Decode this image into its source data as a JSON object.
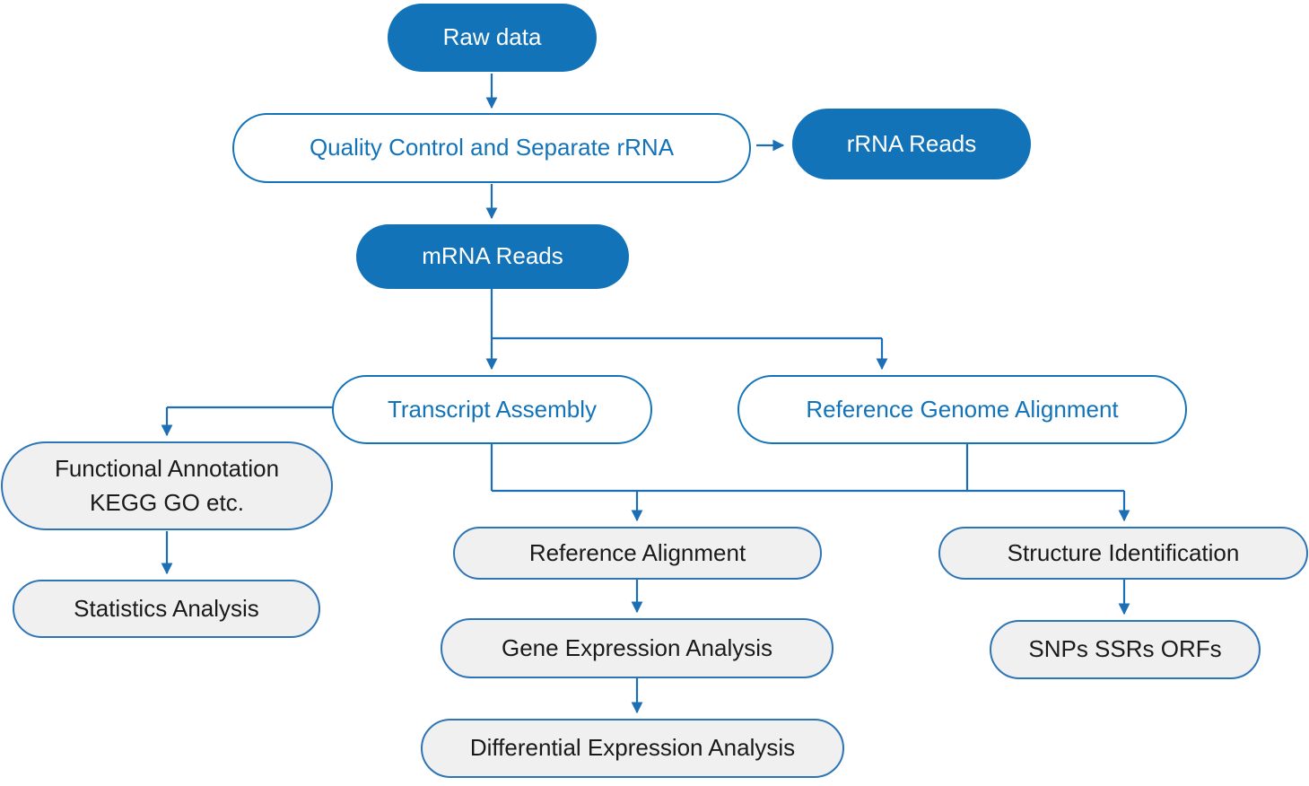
{
  "colors": {
    "solid_fill": "#1273B9",
    "solid_text": "#FFFFFF",
    "outline_border": "#1273B9",
    "outline_text": "#1273B9",
    "result_fill": "#F0F0F0",
    "result_border": "#2E75B6",
    "result_text": "#1A1A1A",
    "connector": "#1C6FB5"
  },
  "nodes": {
    "raw_data": {
      "label": "Raw data"
    },
    "quality_control": {
      "label": "Quality Control and Separate rRNA"
    },
    "rrna_reads": {
      "label": "rRNA Reads"
    },
    "mrna_reads": {
      "label": "mRNA Reads"
    },
    "transcript_assembly": {
      "label": "Transcript Assembly"
    },
    "reference_genome_alignment": {
      "label": "Reference Genome Alignment"
    },
    "functional_annotation": {
      "line1": "Functional Annotation",
      "line2": "KEGG GO etc."
    },
    "statistics_analysis": {
      "label": "Statistics Analysis"
    },
    "reference_alignment": {
      "label": "Reference Alignment"
    },
    "gene_expression_analysis": {
      "label": "Gene Expression Analysis"
    },
    "differential_expression_analysis": {
      "label": "Differential Expression Analysis"
    },
    "structure_identification": {
      "label": "Structure Identification"
    },
    "snps_ssrs_orfs": {
      "label": "SNPs SSRs ORFs"
    }
  }
}
